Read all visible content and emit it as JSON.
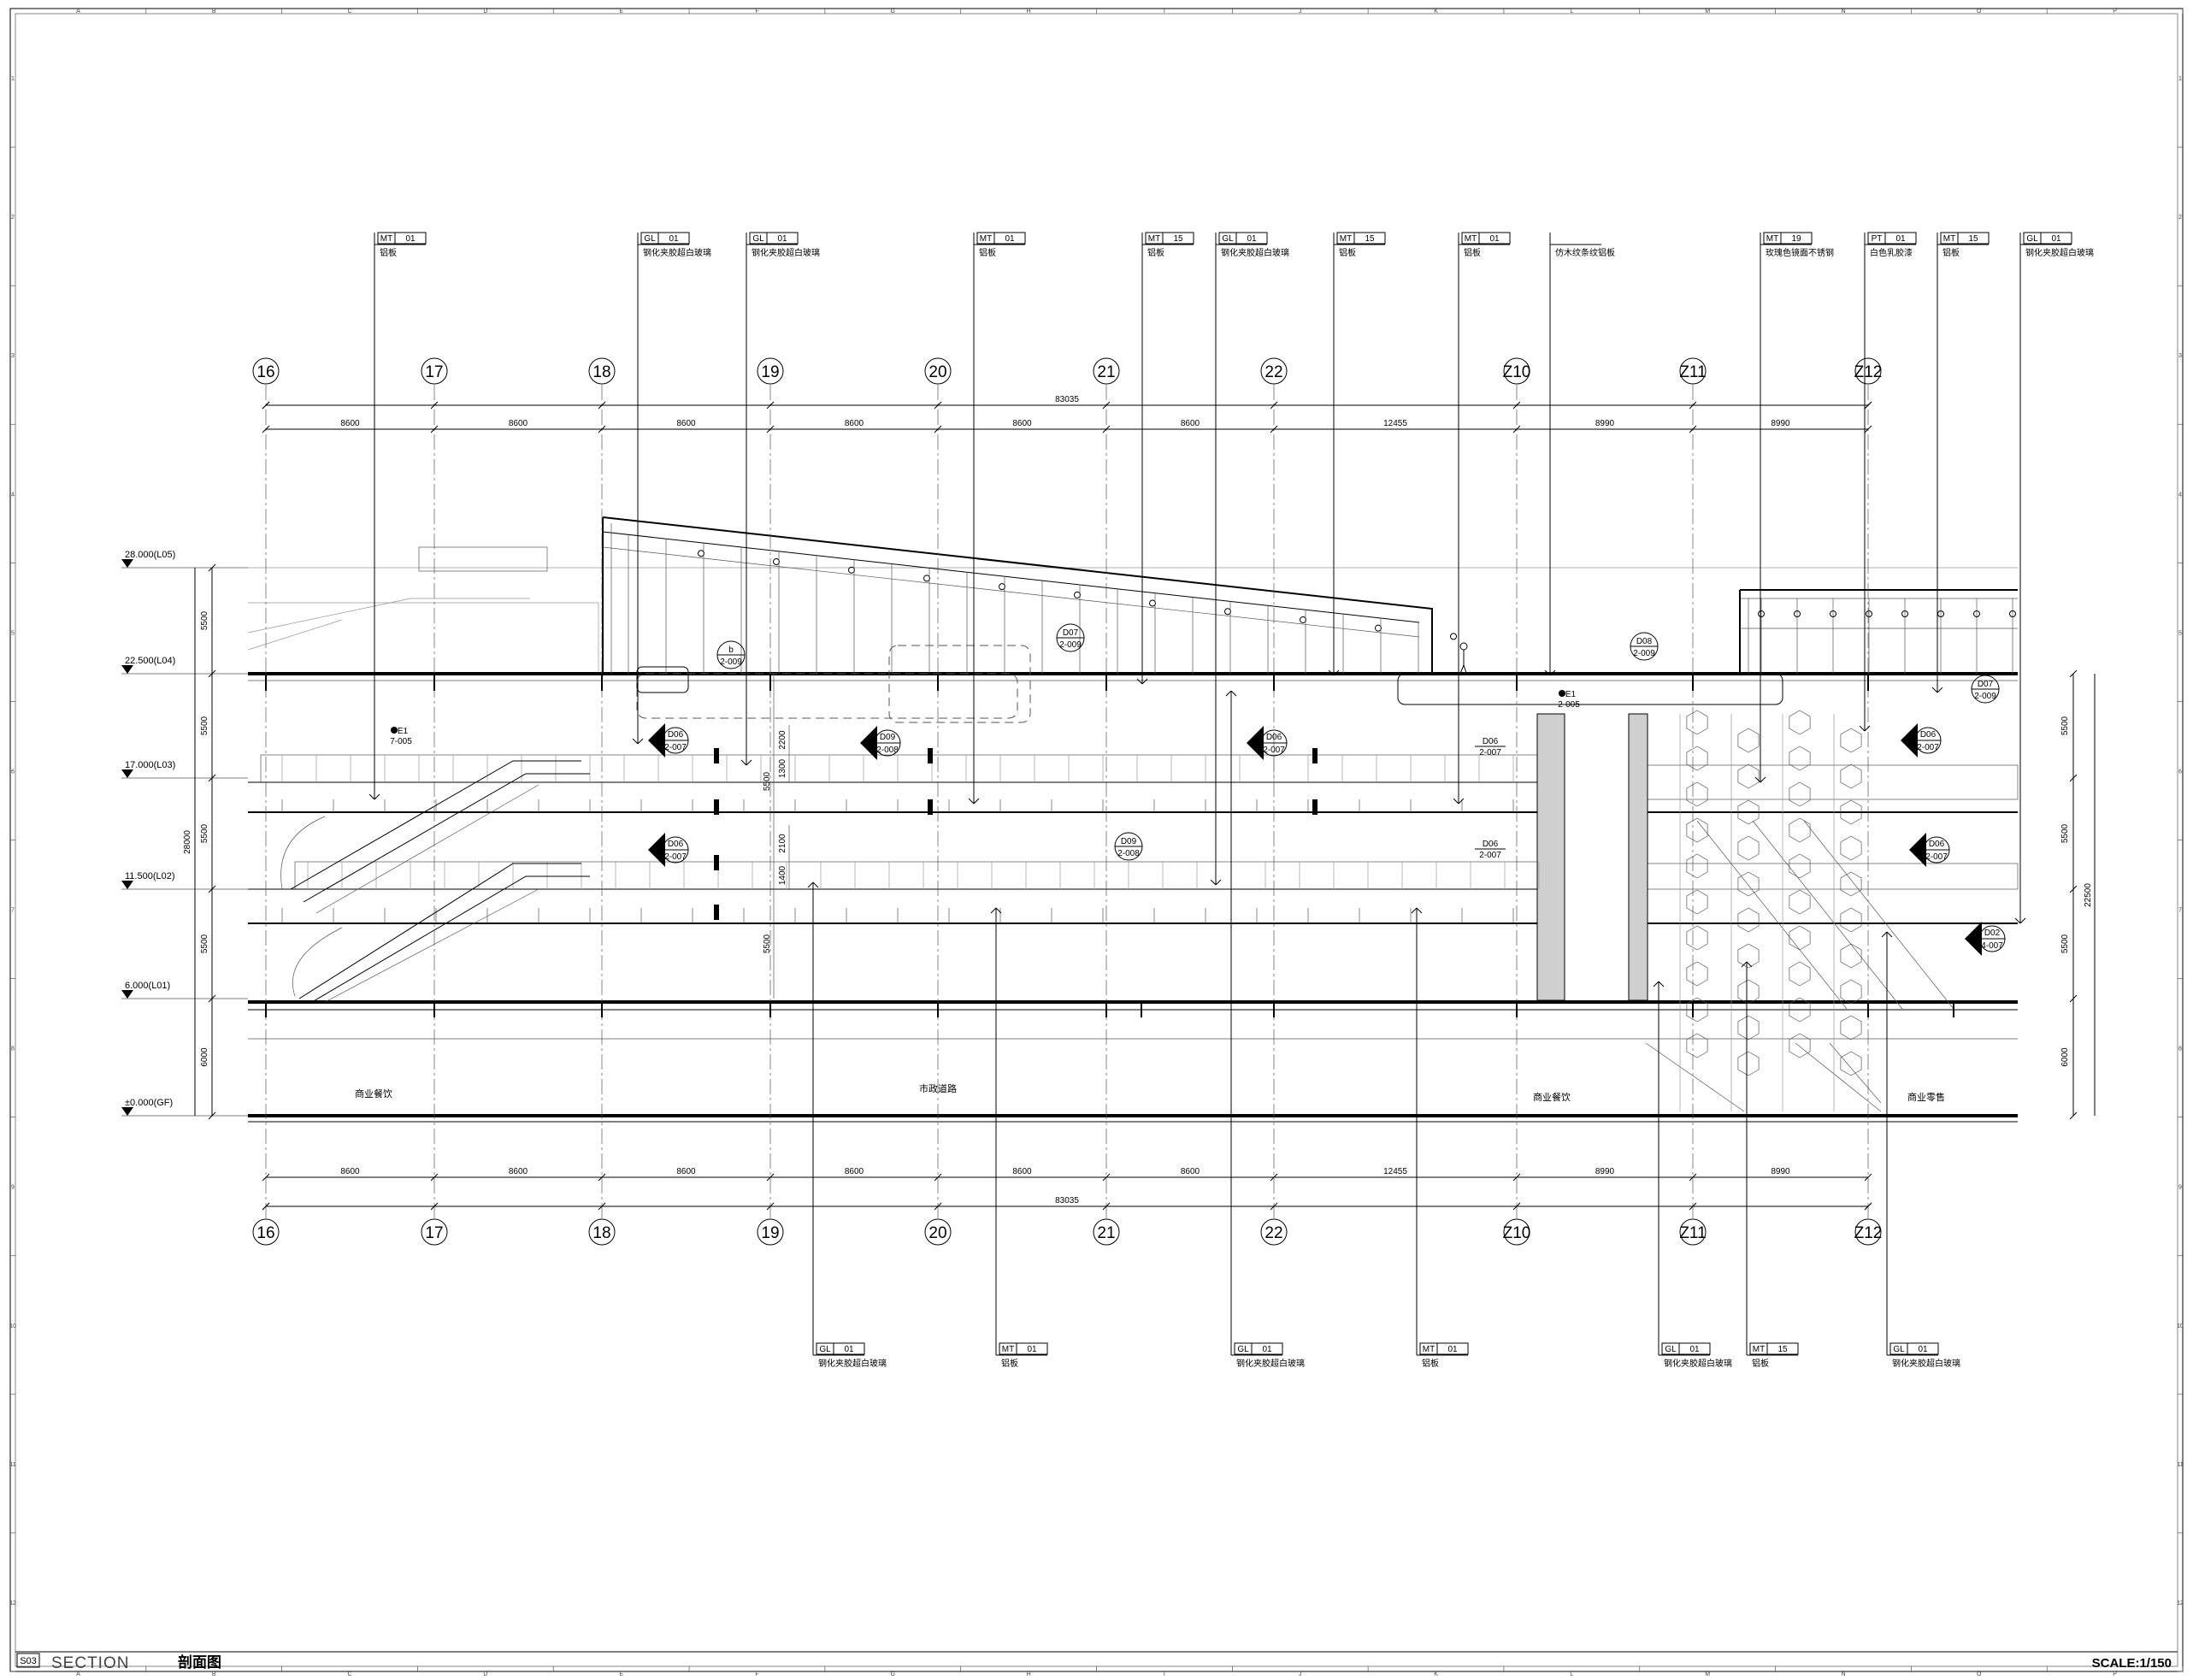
{
  "title_block": {
    "sheet_code": "S03",
    "title_en": "SECTION",
    "title_cn": "剖面图",
    "scale": "SCALE:1/150"
  },
  "border_refs": {
    "columns": [
      "A",
      "B",
      "C",
      "D",
      "E",
      "F",
      "G",
      "H",
      "I",
      "J",
      "K",
      "L",
      "M",
      "N",
      "O",
      "P"
    ],
    "rows": [
      "1",
      "2",
      "3",
      "4",
      "5",
      "6",
      "7",
      "8",
      "9",
      "10",
      "11",
      "12"
    ]
  },
  "axes": [
    "16",
    "17",
    "18",
    "19",
    "20",
    "21",
    "22",
    "Z10",
    "Z11",
    "Z12"
  ],
  "dimensions": {
    "spans": [
      "8600",
      "8600",
      "8600",
      "8600",
      "8600",
      "8600",
      "12455",
      "8990",
      "8990"
    ],
    "total": "83035"
  },
  "levels": [
    {
      "label": "28.000(L05)"
    },
    {
      "label": "22.500(L04)"
    },
    {
      "label": "17.000(L03)"
    },
    {
      "label": "11.500(L02)"
    },
    {
      "label": "6.000(L01)"
    },
    {
      "label": "±0.000(GF)"
    }
  ],
  "left_dims": [
    "5500",
    "5500",
    "5500",
    "5500",
    "6000"
  ],
  "left_total": "28000",
  "right_dims": [
    "5500",
    "5500",
    "5500",
    "6000"
  ],
  "right_total": "22500",
  "inner_dims": [
    "2200",
    "1300",
    "5500",
    "2100",
    "1400",
    "5500"
  ],
  "top_tags": [
    {
      "code": "MT",
      "num": "01",
      "note": "铝板"
    },
    {
      "code": "GL",
      "num": "01",
      "note": "钢化夹胶超白玻璃"
    },
    {
      "code": "GL",
      "num": "01",
      "note": "钢化夹胶超白玻璃"
    },
    {
      "code": "MT",
      "num": "01",
      "note": "铝板"
    },
    {
      "code": "MT",
      "num": "15",
      "note": "铝板"
    },
    {
      "code": "GL",
      "num": "01",
      "note": "钢化夹胶超白玻璃"
    },
    {
      "code": "MT",
      "num": "15",
      "note": "铝板"
    },
    {
      "code": "MT",
      "num": "01",
      "note": "铝板"
    },
    {
      "code": "",
      "num": "",
      "note": "仿木纹条纹铝板"
    },
    {
      "code": "MT",
      "num": "19",
      "note": "玫瑰色镜面不锈钢"
    },
    {
      "code": "PT",
      "num": "01",
      "note": "白色乳胶漆"
    },
    {
      "code": "MT",
      "num": "15",
      "note": "铝板"
    },
    {
      "code": "GL",
      "num": "01",
      "note": "钢化夹胶超白玻璃"
    }
  ],
  "bottom_tags": [
    {
      "code": "GL",
      "num": "01",
      "note": "钢化夹胶超白玻璃"
    },
    {
      "code": "MT",
      "num": "01",
      "note": "铝板"
    },
    {
      "code": "GL",
      "num": "01",
      "note": "钢化夹胶超白玻璃"
    },
    {
      "code": "MT",
      "num": "01",
      "note": "铝板"
    },
    {
      "code": "GL",
      "num": "01",
      "note": "钢化夹胶超白玻璃"
    },
    {
      "code": "MT",
      "num": "15",
      "note": "铝板"
    },
    {
      "code": "GL",
      "num": "01",
      "note": "钢化夹胶超白玻璃"
    }
  ],
  "detail_callouts": [
    {
      "id": "D07",
      "sheet": "2-009"
    },
    {
      "id": "D08",
      "sheet": "2-009"
    },
    {
      "id": "D07",
      "sheet": "2-009"
    },
    {
      "id": "b",
      "sheet": "2-009"
    },
    {
      "id": "E1",
      "sheet": "2-005"
    },
    {
      "id": "E1",
      "sheet": "7-005"
    },
    {
      "id": "D06",
      "sheet": "2-007"
    },
    {
      "id": "D09",
      "sheet": "2-008"
    },
    {
      "id": "D06",
      "sheet": "2-007"
    },
    {
      "id": "D06",
      "sheet": "2-007"
    },
    {
      "id": "D06",
      "sheet": "2-007"
    },
    {
      "id": "D06",
      "sheet": "2-007"
    },
    {
      "id": "D09",
      "sheet": "2-008"
    },
    {
      "id": "D06",
      "sheet": "2-007"
    },
    {
      "id": "D06",
      "sheet": "2-007"
    },
    {
      "id": "D02",
      "sheet": "4-007"
    }
  ],
  "rooms": [
    "商业餐饮",
    "市政道路",
    "商业餐饮",
    "商业零售"
  ]
}
